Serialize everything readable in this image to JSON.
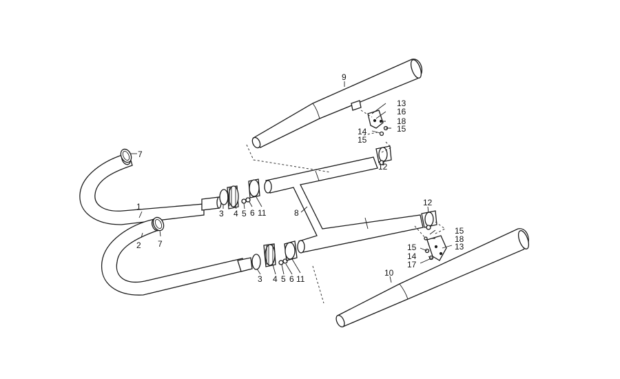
{
  "diagram": {
    "labels": {
      "l1": "1",
      "l2": "2",
      "l3a": "3",
      "l4a": "4",
      "l5a": "5",
      "l6a": "6",
      "l11a": "11",
      "l3b": "3",
      "l4b": "4",
      "l5b": "5",
      "l6b": "6",
      "l11b": "11",
      "l7a": "7",
      "l7b": "7",
      "l8": "8",
      "l9": "9",
      "l10": "10",
      "l12a": "12",
      "l12b": "12",
      "l13a": "13",
      "l16a": "16",
      "l18a": "18",
      "l14a": "14",
      "l15a": "15",
      "l15a2": "15",
      "l15b": "15",
      "l18b": "18",
      "l13b": "13",
      "l15b2": "15",
      "l14b": "14",
      "l17b": "17"
    }
  }
}
